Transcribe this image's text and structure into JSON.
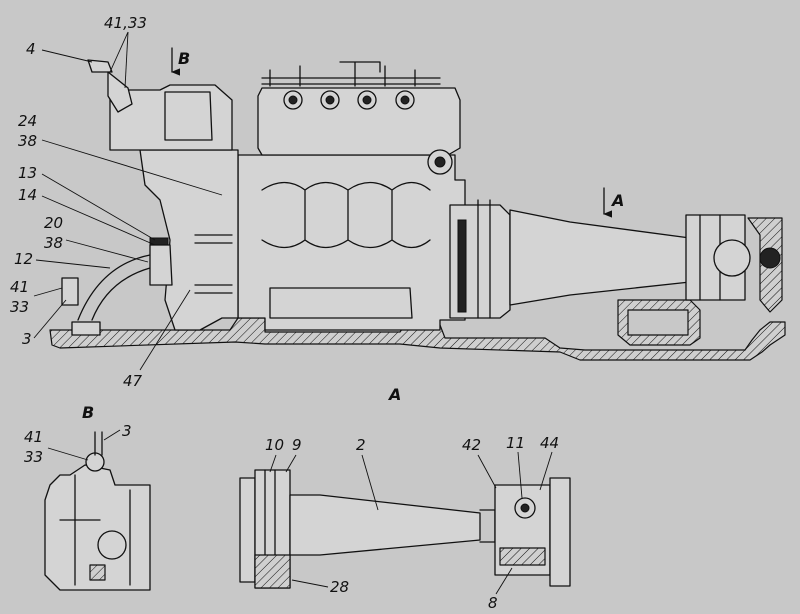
{
  "views": {
    "main": "A",
    "section_a": "A",
    "section_b": "B"
  },
  "arrows": {
    "b": "B",
    "a": "A"
  },
  "callouts": {
    "c_4": "4",
    "c_41_33_top": "41,33",
    "c_24": "24",
    "c_38a": "38",
    "c_13": "13",
    "c_14": "14",
    "c_20": "20",
    "c_38b": "38",
    "c_12": "12",
    "c_41": "41",
    "c_33": "33",
    "c_3": "3",
    "c_47": "47",
    "c_b41": "41",
    "c_b33": "33",
    "c_b3": "3",
    "c_10": "10",
    "c_9": "9",
    "c_2": "2",
    "c_42": "42",
    "c_11": "11",
    "c_44": "44",
    "c_28": "28",
    "c_8": "8"
  }
}
